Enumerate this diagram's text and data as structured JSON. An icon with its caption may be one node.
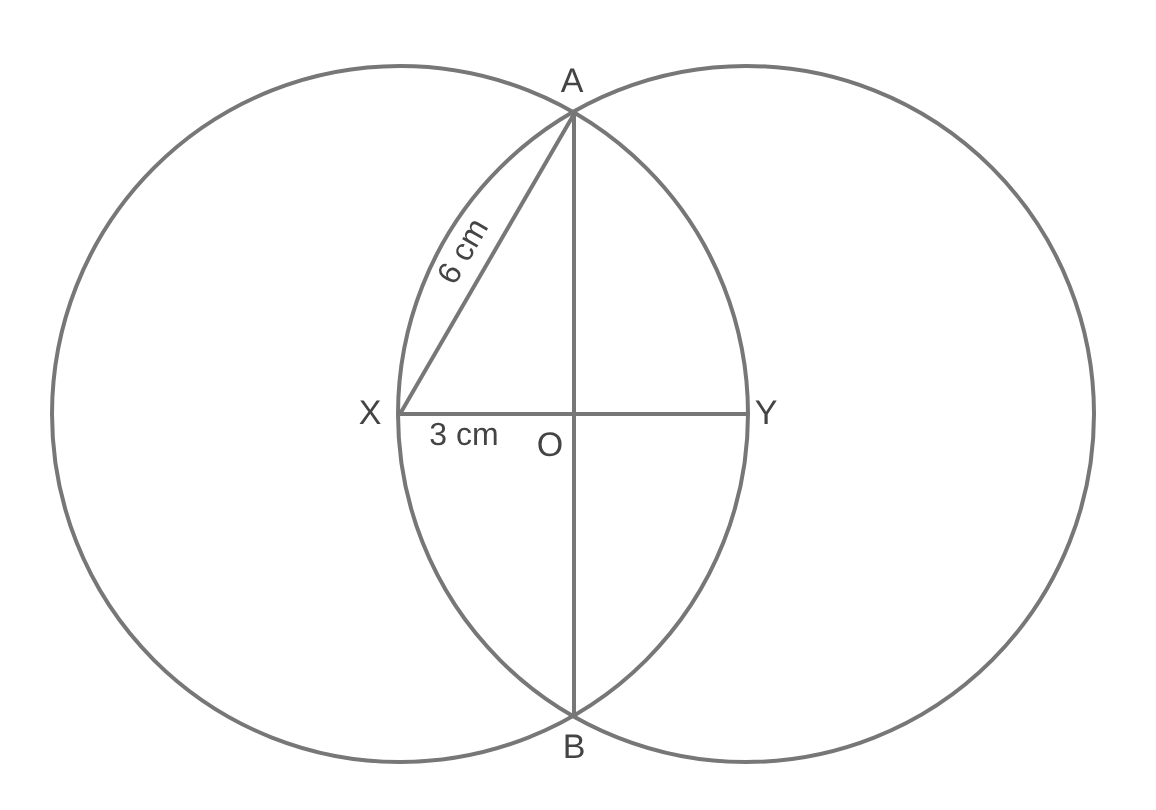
{
  "diagram": {
    "nodes": [
      {
        "text": [
          "A"
        ]
      },
      {
        "text": [
          "X"
        ]
      },
      {
        "text": [
          "O"
        ]
      },
      {
        "text": [
          "Y"
        ]
      },
      {
        "text": [
          "B"
        ]
      }
    ],
    "edges": [
      {
        "from": 1,
        "to": 0,
        "arrow": "none",
        "label": "6 cm"
      },
      {
        "from": 1,
        "to": 2,
        "arrow": "none",
        "label": "3 cm"
      },
      {
        "from": 2,
        "to": 3,
        "arrow": "none"
      },
      {
        "from": 0,
        "to": 2,
        "arrow": "none"
      },
      {
        "from": 2,
        "to": 4,
        "arrow": "none"
      }
    ]
  }
}
